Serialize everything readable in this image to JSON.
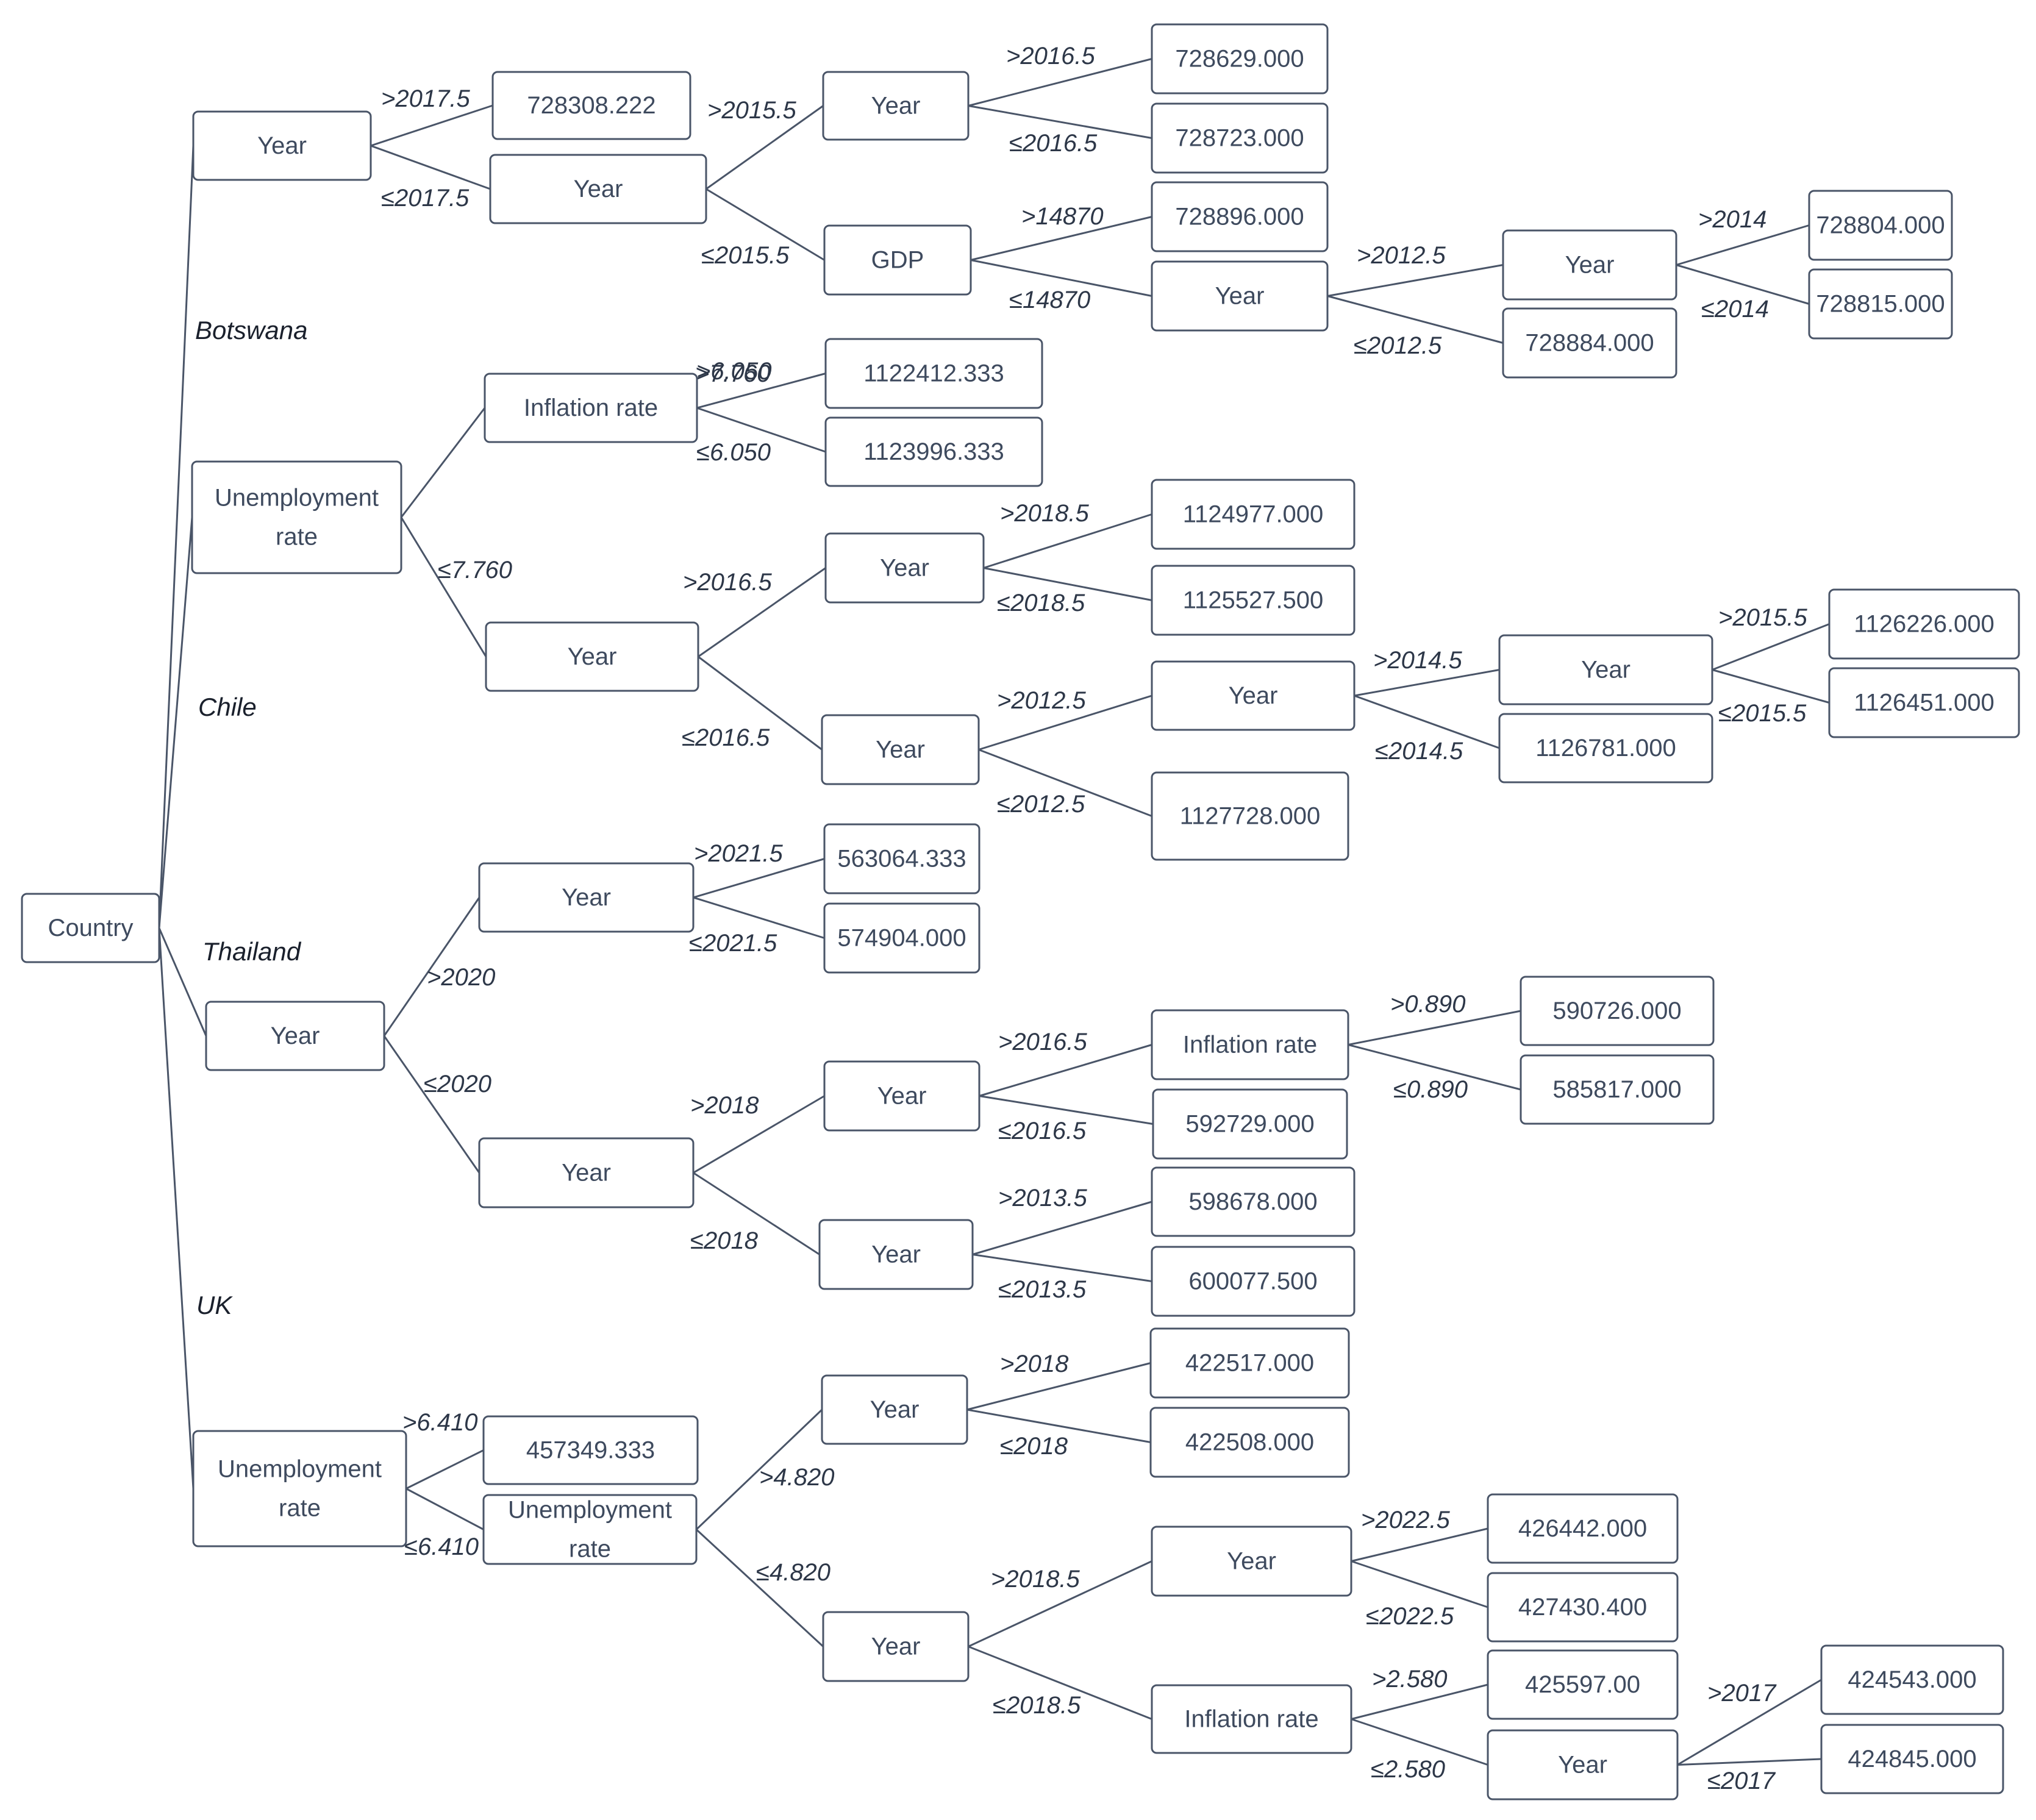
{
  "root": "Country",
  "branches": [
    {
      "country": "Botswana",
      "node": "Year"
    },
    {
      "country": "Chile",
      "node": "Unemployment rate"
    },
    {
      "country": "Thailand",
      "node": "Year"
    },
    {
      "country": "UK",
      "node": "Unemployment rate"
    }
  ],
  "nodes": {
    "root": "Country",
    "b_year": "Year",
    "b_leaf_728308": "728308.222",
    "b_year2": "Year",
    "b_year3": "Year",
    "b_leaf_728629": "728629.000",
    "b_leaf_728723": "728723.000",
    "b_gdp": "GDP",
    "b_leaf_728896": "728896.000",
    "b_year4": "Year",
    "b_year5": "Year",
    "b_leaf_728804": "728804.000",
    "b_leaf_728815": "728815.000",
    "b_leaf_728884": "728884.000",
    "c_unemp": [
      "Unemployment",
      "rate"
    ],
    "c_infl": "Inflation rate",
    "c_leaf_1122412": "1122412.333",
    "c_leaf_1123996": "1123996.333",
    "c_year1": "Year",
    "c_year2": "Year",
    "c_leaf_1124977": "1124977.000",
    "c_leaf_1125527": "1125527.500",
    "c_year3": "Year",
    "c_year4": "Year",
    "c_year5": "Year",
    "c_leaf_1126226": "1126226.000",
    "c_leaf_1126451": "1126451.000",
    "c_leaf_1126781": "1126781.000",
    "c_leaf_1127728": "1127728.000",
    "t_year": "Year",
    "t_year2": "Year",
    "t_leaf_563064": "563064.333",
    "t_leaf_574904": "574904.000",
    "t_year3": "Year",
    "t_year4": "Year",
    "t_infl": "Inflation rate",
    "t_leaf_590726": "590726.000",
    "t_leaf_585817": "585817.000",
    "t_leaf_592729": "592729.000",
    "t_year5": "Year",
    "t_leaf_598678": "598678.000",
    "t_leaf_600077": "600077.500",
    "u_unemp": [
      "Unemployment",
      "rate"
    ],
    "u_leaf_457349": "457349.333",
    "u_unemp2": [
      "Unemployment",
      "rate"
    ],
    "u_year1": "Year",
    "u_leaf_422517": "422517.000",
    "u_leaf_422508": "422508.000",
    "u_year2": "Year",
    "u_year3": "Year",
    "u_leaf_426442": "426442.000",
    "u_leaf_427430": "427430.400",
    "u_infl": "Inflation rate",
    "u_leaf_425597": "425597.00",
    "u_year4": "Year",
    "u_leaf_424543": "424543.000",
    "u_leaf_424845": "424845.000"
  },
  "edges": [
    {
      "from": "root",
      "to": "b_year",
      "label": ""
    },
    {
      "from": "root",
      "to": "c_unemp",
      "label": ""
    },
    {
      "from": "root",
      "to": "t_year",
      "label": ""
    },
    {
      "from": "root",
      "to": "u_unemp",
      "label": ""
    },
    {
      "from": "b_year",
      "to": "b_leaf_728308",
      "label": ">2017.5"
    },
    {
      "from": "b_year",
      "to": "b_year2",
      "label": "≤2017.5"
    },
    {
      "from": "b_year2",
      "to": "b_year3",
      "label": ">2015.5"
    },
    {
      "from": "b_year2",
      "to": "b_gdp",
      "label": "≤2015.5"
    },
    {
      "from": "b_year3",
      "to": "b_leaf_728629",
      "label": ">2016.5"
    },
    {
      "from": "b_year3",
      "to": "b_leaf_728723",
      "label": "≤2016.5"
    },
    {
      "from": "b_gdp",
      "to": "b_leaf_728896",
      "label": ">14870"
    },
    {
      "from": "b_gdp",
      "to": "b_year4",
      "label": "≤14870"
    },
    {
      "from": "b_year4",
      "to": "b_year5",
      "label": ">2012.5"
    },
    {
      "from": "b_year4",
      "to": "b_leaf_728884",
      "label": "≤2012.5"
    },
    {
      "from": "b_year5",
      "to": "b_leaf_728804",
      "label": ">2014"
    },
    {
      "from": "b_year5",
      "to": "b_leaf_728815",
      "label": "≤2014"
    },
    {
      "from": "c_unemp",
      "to": "c_infl",
      "label": ">7.760"
    },
    {
      "from": "c_unemp",
      "to": "c_year1",
      "label": "≤7.760"
    },
    {
      "from": "c_infl",
      "to": "c_leaf_1122412",
      "label": ">6.050"
    },
    {
      "from": "c_infl",
      "to": "c_leaf_1123996",
      "label": "≤6.050"
    },
    {
      "from": "c_year1",
      "to": "c_year2",
      "label": ">2016.5"
    },
    {
      "from": "c_year1",
      "to": "c_year3",
      "label": "≤2016.5"
    },
    {
      "from": "c_year2",
      "to": "c_leaf_1124977",
      "label": ">2018.5"
    },
    {
      "from": "c_year2",
      "to": "c_leaf_1125527",
      "label": "≤2018.5"
    },
    {
      "from": "c_year3",
      "to": "c_year4",
      "label": ">2012.5"
    },
    {
      "from": "c_year3",
      "to": "c_leaf_1127728",
      "label": "≤2012.5"
    },
    {
      "from": "c_year4",
      "to": "c_year5",
      "label": ">2014.5"
    },
    {
      "from": "c_year4",
      "to": "c_leaf_1126781",
      "label": "≤2014.5"
    },
    {
      "from": "c_year5",
      "to": "c_leaf_1126226",
      "label": ">2015.5"
    },
    {
      "from": "c_year5",
      "to": "c_leaf_1126451",
      "label": "≤2015.5"
    },
    {
      "from": "t_year",
      "to": "t_year2",
      "label": ">2020"
    },
    {
      "from": "t_year",
      "to": "t_year3",
      "label": "≤2020"
    },
    {
      "from": "t_year2",
      "to": "t_leaf_563064",
      "label": ">2021.5"
    },
    {
      "from": "t_year2",
      "to": "t_leaf_574904",
      "label": "≤2021.5"
    },
    {
      "from": "t_year3",
      "to": "t_year4",
      "label": ">2018"
    },
    {
      "from": "t_year3",
      "to": "t_year5",
      "label": "≤2018"
    },
    {
      "from": "t_year4",
      "to": "t_infl",
      "label": ">2016.5"
    },
    {
      "from": "t_year4",
      "to": "t_leaf_592729",
      "label": "≤2016.5"
    },
    {
      "from": "t_infl",
      "to": "t_leaf_590726",
      "label": ">0.890"
    },
    {
      "from": "t_infl",
      "to": "t_leaf_585817",
      "label": "≤0.890"
    },
    {
      "from": "t_year5",
      "to": "t_leaf_598678",
      "label": ">2013.5"
    },
    {
      "from": "t_year5",
      "to": "t_leaf_600077",
      "label": "≤2013.5"
    },
    {
      "from": "u_unemp",
      "to": "u_leaf_457349",
      "label": ">6.410"
    },
    {
      "from": "u_unemp",
      "to": "u_unemp2",
      "label": "≤6.410"
    },
    {
      "from": "u_unemp2",
      "to": "u_year1",
      "label": ">4.820"
    },
    {
      "from": "u_unemp2",
      "to": "u_year2",
      "label": "≤4.820"
    },
    {
      "from": "u_year1",
      "to": "u_leaf_422517",
      "label": ">2018"
    },
    {
      "from": "u_year1",
      "to": "u_leaf_422508",
      "label": "≤2018"
    },
    {
      "from": "u_year2",
      "to": "u_year3",
      "label": ">2018.5"
    },
    {
      "from": "u_year2",
      "to": "u_infl",
      "label": "≤2018.5"
    },
    {
      "from": "u_year3",
      "to": "u_leaf_426442",
      "label": ">2022.5"
    },
    {
      "from": "u_year3",
      "to": "u_leaf_427430",
      "label": "≤2022.5"
    },
    {
      "from": "u_infl",
      "to": "u_leaf_425597",
      "label": ">2.580"
    },
    {
      "from": "u_infl",
      "to": "u_year4",
      "label": "≤2.580"
    },
    {
      "from": "u_year4",
      "to": "u_leaf_424543",
      "label": ">2017"
    },
    {
      "from": "u_year4",
      "to": "u_leaf_424845",
      "label": "≤2017"
    }
  ],
  "colors": {
    "line": "#4a5568",
    "text": "#3e4a5e",
    "label": "#2d3748"
  }
}
